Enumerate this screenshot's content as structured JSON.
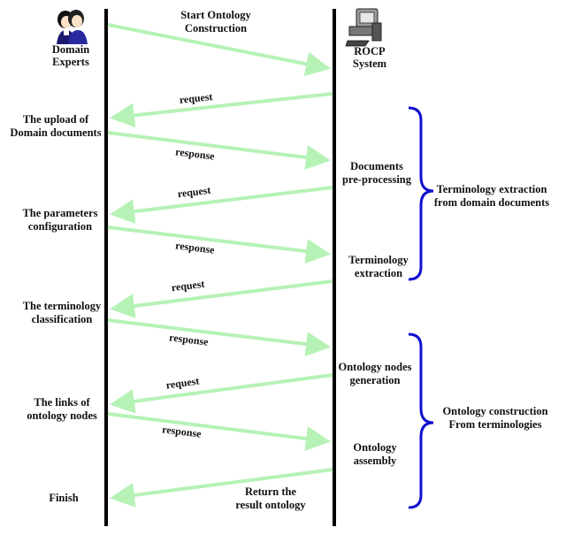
{
  "actors": {
    "left": {
      "label_line1": "Domain",
      "label_line2": "Experts",
      "icon": "people-icon"
    },
    "right": {
      "label_line1": "ROCP",
      "label_line2": "System",
      "icon": "computer-icon"
    }
  },
  "title": {
    "line1": "Start Ontology",
    "line2": "Construction"
  },
  "left_steps": [
    {
      "line1": "The upload of",
      "line2": "Domain documents"
    },
    {
      "line1": "The parameters",
      "line2": "configuration"
    },
    {
      "line1": "The terminology",
      "line2": "classification"
    },
    {
      "line1": "The links of",
      "line2": "ontology nodes"
    },
    {
      "line1": "Finish",
      "line2": ""
    }
  ],
  "right_steps": [
    {
      "line1": "Documents",
      "line2": "pre-processing"
    },
    {
      "line1": "Terminology",
      "line2": "extraction"
    },
    {
      "line1": "Ontology nodes",
      "line2": "generation"
    },
    {
      "line1": "Ontology",
      "line2": "assembly"
    }
  ],
  "message_labels": {
    "request": "request",
    "response": "response",
    "return_line1": "Return the",
    "return_line2": "result ontology"
  },
  "groups": [
    {
      "line1": "Terminology extraction",
      "line2": "from domain documents"
    },
    {
      "line1": "Ontology construction",
      "line2": "From terminologies"
    }
  ],
  "colors": {
    "arrow": "#b6f2b6",
    "lifeline": "#000000",
    "bracket": "#1010d0"
  }
}
